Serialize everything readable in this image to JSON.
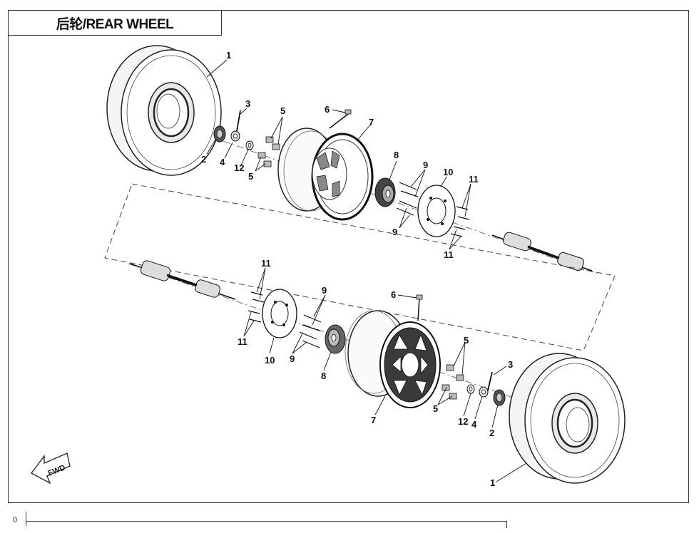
{
  "title": "后轮/REAR WHEEL",
  "fwd_label": "FWD",
  "footer_label": "0",
  "callouts_top": [
    "1",
    "2",
    "3",
    "4",
    "12",
    "5",
    "5",
    "6",
    "7",
    "8",
    "9",
    "9",
    "10",
    "11",
    "11"
  ],
  "callouts_bottom": [
    "11",
    "11",
    "10",
    "9",
    "9",
    "8",
    "6",
    "7",
    "5",
    "5",
    "12",
    "4",
    "3",
    "2",
    "1"
  ]
}
